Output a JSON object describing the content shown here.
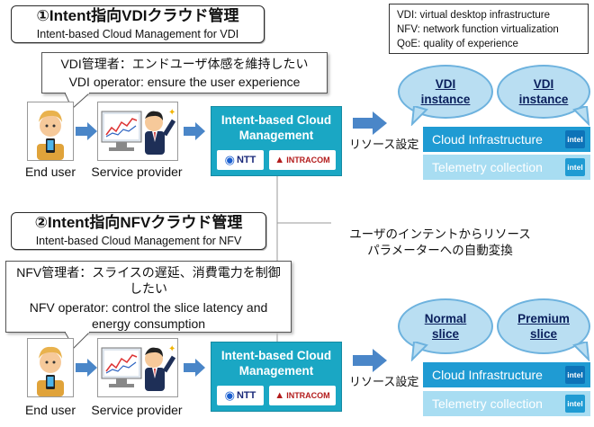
{
  "vdi": {
    "title_jp": "①Intent指向VDIクラウド管理",
    "title_en": "Intent-based Cloud Management for VDI",
    "bubble_jp": "VDI管理者：エンドユーザ体感を維持したい",
    "bubble_en": "VDI operator: ensure the user experience",
    "end_user": "End user",
    "service_provider": "Service provider",
    "mgmt_title": "Intent-based Cloud Management",
    "resource_label": "リソース設定",
    "cloud_left": "VDI instance",
    "cloud_right": "VDI instance",
    "infra": "Cloud Infrastructure",
    "telemetry": "Telemetry collection"
  },
  "nfv": {
    "title_jp": "②Intent指向NFVクラウド管理",
    "title_en": "Intent-based Cloud Management for NFV",
    "bubble_jp_line1": "NFV管理者：スライスの遅延、消費電力を制御",
    "bubble_jp_line2": "したい",
    "bubble_en_line1": "NFV operator: control the slice latency and",
    "bubble_en_line2": "energy consumption",
    "end_user": "End user",
    "service_provider": "Service provider",
    "mgmt_title": "Intent-based Cloud Management",
    "resource_label": "リソース設定",
    "cloud_left": "Normal slice",
    "cloud_right": "Premium slice",
    "infra": "Cloud Infrastructure",
    "telemetry": "Telemetry collection"
  },
  "abbreviations": [
    "VDI: virtual desktop infrastructure",
    "NFV: network function virtualization",
    "QoE: quality of experience"
  ],
  "conversion_note": {
    "line1": "ユーザのインテントからリソース",
    "line2": "パラメーターへの自動変換"
  },
  "logos": {
    "ntt": "NTT",
    "intracom": "INTRACOM",
    "intel": "intel"
  },
  "colors": {
    "mgmt_box": "#1aa7c4",
    "infra_bar": "#1f9bd3",
    "telemetry_bar": "#a8ddf2",
    "cloud_fill": "#b9def2",
    "arrow": "#4a86c8"
  }
}
